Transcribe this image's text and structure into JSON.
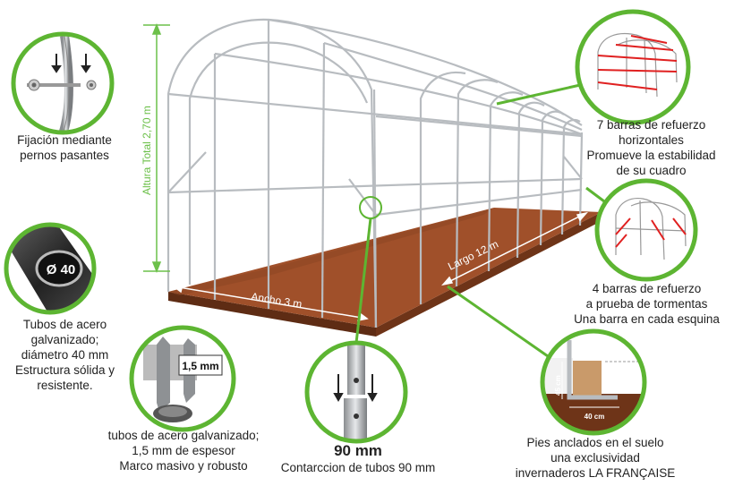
{
  "dimensions": {
    "height": "Altura Total 2,70 m",
    "width": "Ancho 3 m",
    "length": "Largo 12 m"
  },
  "callouts": {
    "bolts": {
      "lines": [
        "Fijación mediante",
        "pernos pasantes"
      ]
    },
    "tube_diameter": {
      "badge": "Ø 40",
      "lines": [
        "Tubos de acero",
        "galvanizado;",
        "diámetro 40 mm",
        "Estructura sólida y",
        "resistente."
      ]
    },
    "thickness": {
      "badge": "1,5 mm",
      "lines": [
        "tubos de acero galvanizado;",
        "1,5 mm de espesor",
        "Marco masivo y robusto"
      ]
    },
    "contraction": {
      "title": "90 mm",
      "lines": [
        "Contarccion de tubos 90 mm"
      ]
    },
    "anchors": {
      "height_label": "45 cm",
      "width_label": "40 cm",
      "lines": [
        "Pies anclados en el suelo",
        "una exclusividad",
        "invernaderos LA FRANÇAISE"
      ]
    },
    "horizontal_bars": {
      "lines": [
        "7 barras de refuerzo",
        "horizontales",
        "Promueve la estabilidad",
        "de su cuadro"
      ]
    },
    "storm_bars": {
      "lines": [
        "4 barras de refuerzo",
        "a prueba de tormentas",
        "Una barra en cada esquina"
      ]
    }
  },
  "colors": {
    "callout_green": "#5db532",
    "dimension_green": "#6cc04a",
    "soil": "#a0502a",
    "soil_dark": "#5e2c14",
    "frame": "#b8bcc0",
    "reinforcement_red": "#e02020"
  }
}
